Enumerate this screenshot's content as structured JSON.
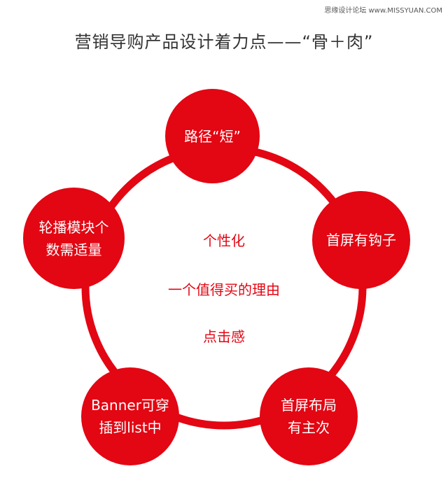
{
  "watermark": "思缘设计论坛 www.MISSYUAN.COM",
  "title": "营销导购产品设计着力点——“骨＋肉”",
  "colors": {
    "accent": "#e30613",
    "title": "#333333"
  },
  "nodes": [
    {
      "lines": [
        "路径“短”"
      ]
    },
    {
      "lines": [
        "首屏有钩子"
      ]
    },
    {
      "lines": [
        "首屏布局",
        "有主次"
      ]
    },
    {
      "lines": [
        "Banner可穿",
        "插到list中"
      ]
    },
    {
      "lines": [
        "轮播模块个",
        "数需适量"
      ]
    }
  ],
  "center": [
    "个性化",
    "一个值得买的理由",
    "点击感"
  ]
}
